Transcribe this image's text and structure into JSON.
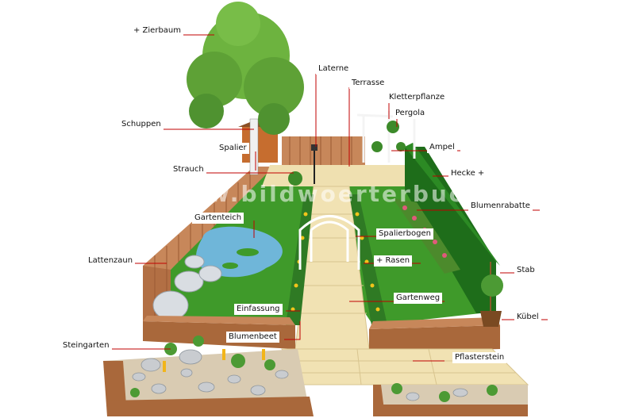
{
  "labels": {
    "zierbaum": "+ Zierbaum",
    "laterne": "Laterne",
    "terrasse": "Terrasse",
    "kletterpflanze": "Kletterpflanze",
    "pergola": "Pergola",
    "schuppen": "Schuppen",
    "ampel": "Ampel",
    "spalier": "Spalier",
    "strauch": "Strauch",
    "hecke": "Hecke +",
    "blumenrabatte": "Blumenrabatte",
    "gartenteich": "Gartenteich",
    "spalierbogen": "Spalierbogen",
    "lattenzaun": "Lattenzaun",
    "rasen": "+ Rasen",
    "stab": "Stab",
    "gartenweg": "Gartenweg",
    "einfassung": "Einfassung",
    "kuebel": "Kübel",
    "blumenbeet": "Blumenbeet",
    "steingarten": "Steingarten",
    "pflasterstein": "Pflasterstein"
  },
  "watermark": "www.bildwoerterbuch.com",
  "colors": {
    "leader_line": "#c00000",
    "lawn": "#3f9a2a",
    "hedge": "#1e6d1a",
    "paving": "#f1e2b3",
    "fence": "#c7875a",
    "wood_edge": "#a9683b",
    "water": "#6fb6d9"
  }
}
